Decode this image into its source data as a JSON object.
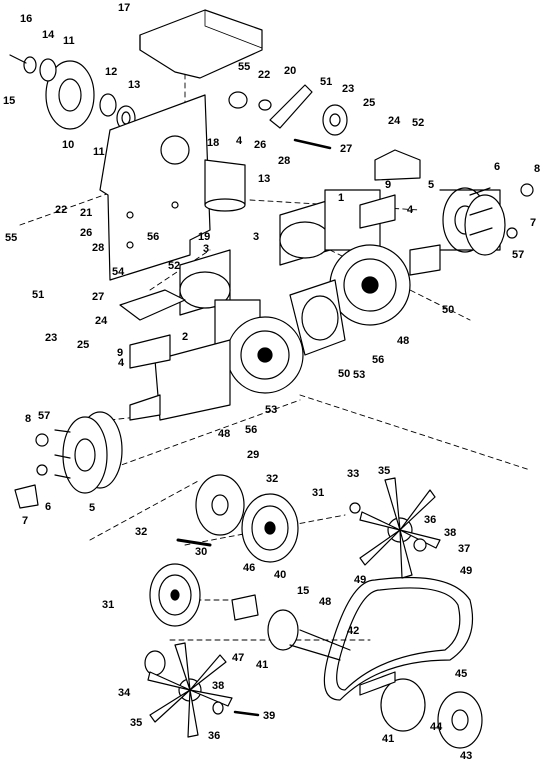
{
  "diagram": {
    "callouts": [
      {
        "id": "c-16a",
        "label": "16"
      },
      {
        "id": "c-14",
        "label": "14"
      },
      {
        "id": "c-11a",
        "label": "11"
      },
      {
        "id": "c-17",
        "label": "17"
      },
      {
        "id": "c-15a",
        "label": "15"
      },
      {
        "id": "c-12",
        "label": "12"
      },
      {
        "id": "c-13a",
        "label": "13"
      },
      {
        "id": "c-11b",
        "label": "11"
      },
      {
        "id": "c-10",
        "label": "10"
      },
      {
        "id": "c-55a",
        "label": "55"
      },
      {
        "id": "c-22a",
        "label": "22"
      },
      {
        "id": "c-20",
        "label": "20"
      },
      {
        "id": "c-51a",
        "label": "51"
      },
      {
        "id": "c-23a",
        "label": "23"
      },
      {
        "id": "c-25a",
        "label": "25"
      },
      {
        "id": "c-24a",
        "label": "24"
      },
      {
        "id": "c-52a",
        "label": "52"
      },
      {
        "id": "c-26a",
        "label": "26"
      },
      {
        "id": "c-28a",
        "label": "28"
      },
      {
        "id": "c-27a",
        "label": "27"
      },
      {
        "id": "c-18",
        "label": "18"
      },
      {
        "id": "c-4a",
        "label": "4"
      },
      {
        "id": "c-13b",
        "label": "13"
      },
      {
        "id": "c-6a",
        "label": "6"
      },
      {
        "id": "c-8a",
        "label": "8"
      },
      {
        "id": "c-5a",
        "label": "5"
      },
      {
        "id": "c-9a",
        "label": "9"
      },
      {
        "id": "c-1",
        "label": "1"
      },
      {
        "id": "c-7a",
        "label": "7"
      },
      {
        "id": "c-22b",
        "label": "22"
      },
      {
        "id": "c-21",
        "label": "21"
      },
      {
        "id": "c-26b",
        "label": "26"
      },
      {
        "id": "c-28b",
        "label": "28"
      },
      {
        "id": "c-55b",
        "label": "55"
      },
      {
        "id": "c-56a",
        "label": "56"
      },
      {
        "id": "c-19",
        "label": "19"
      },
      {
        "id": "c-3a",
        "label": "3"
      },
      {
        "id": "c-4b",
        "label": "4"
      },
      {
        "id": "c-57a",
        "label": "57"
      },
      {
        "id": "c-54",
        "label": "54"
      },
      {
        "id": "c-52b",
        "label": "52"
      },
      {
        "id": "c-3b",
        "label": "3"
      },
      {
        "id": "c-27b",
        "label": "27"
      },
      {
        "id": "c-51b",
        "label": "51"
      },
      {
        "id": "c-24b",
        "label": "24"
      },
      {
        "id": "c-50a",
        "label": "50"
      },
      {
        "id": "c-23b",
        "label": "23"
      },
      {
        "id": "c-25b",
        "label": "25"
      },
      {
        "id": "c-2",
        "label": "2"
      },
      {
        "id": "c-48a",
        "label": "48"
      },
      {
        "id": "c-9b",
        "label": "9"
      },
      {
        "id": "c-56b",
        "label": "56"
      },
      {
        "id": "c-53a",
        "label": "53"
      },
      {
        "id": "c-4c",
        "label": "4"
      },
      {
        "id": "c-50b",
        "label": "50"
      },
      {
        "id": "c-53b",
        "label": "53"
      },
      {
        "id": "c-57b",
        "label": "57"
      },
      {
        "id": "c-48b",
        "label": "48"
      },
      {
        "id": "c-56c",
        "label": "56"
      },
      {
        "id": "c-8b",
        "label": "8"
      },
      {
        "id": "c-6b",
        "label": "6"
      },
      {
        "id": "c-7b",
        "label": "7"
      },
      {
        "id": "c-5b",
        "label": "5"
      },
      {
        "id": "c-29",
        "label": "29"
      },
      {
        "id": "c-32a",
        "label": "32"
      },
      {
        "id": "c-31a",
        "label": "31"
      },
      {
        "id": "c-33",
        "label": "33"
      },
      {
        "id": "c-35a",
        "label": "35"
      },
      {
        "id": "c-36a",
        "label": "36"
      },
      {
        "id": "c-38a",
        "label": "38"
      },
      {
        "id": "c-37",
        "label": "37"
      },
      {
        "id": "c-32b",
        "label": "32"
      },
      {
        "id": "c-30",
        "label": "30"
      },
      {
        "id": "c-46",
        "label": "46"
      },
      {
        "id": "c-40",
        "label": "40"
      },
      {
        "id": "c-49a",
        "label": "49"
      },
      {
        "id": "c-49b",
        "label": "49"
      },
      {
        "id": "c-31b",
        "label": "31"
      },
      {
        "id": "c-15b",
        "label": "15"
      },
      {
        "id": "c-48c",
        "label": "48"
      },
      {
        "id": "c-42",
        "label": "42"
      },
      {
        "id": "c-47",
        "label": "47"
      },
      {
        "id": "c-41a",
        "label": "41"
      },
      {
        "id": "c-34",
        "label": "34"
      },
      {
        "id": "c-45",
        "label": "45"
      },
      {
        "id": "c-38b",
        "label": "38"
      },
      {
        "id": "c-39",
        "label": "39"
      },
      {
        "id": "c-35b",
        "label": "35"
      },
      {
        "id": "c-36b",
        "label": "36"
      },
      {
        "id": "c-44",
        "label": "44"
      },
      {
        "id": "c-41b",
        "label": "41"
      },
      {
        "id": "c-43",
        "label": "43"
      }
    ]
  }
}
